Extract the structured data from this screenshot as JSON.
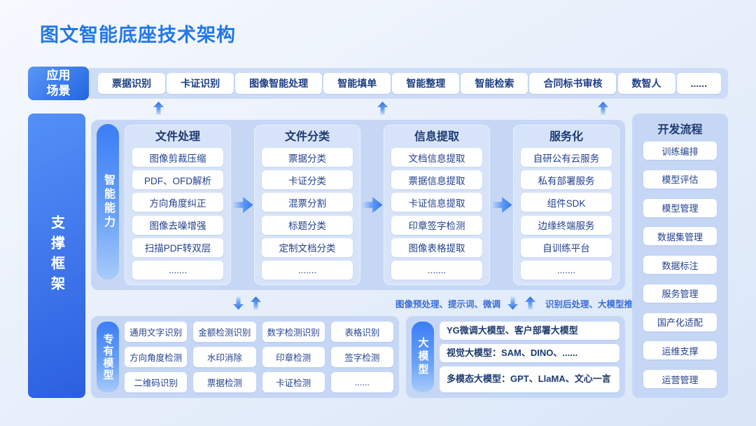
{
  "page_title": "图文智能底座技术架构",
  "colors": {
    "accent": "#2377E8",
    "chip_text": "#23418F",
    "panel_bg": "#C6D7F6",
    "bar_blue": "#2B5FE0"
  },
  "app_scenarios": {
    "label": "应用场景",
    "items": [
      "票据识别",
      "卡证识别",
      "图像智能处理",
      "智能填单",
      "智能整理",
      "智能检索",
      "合同标书审核",
      "数智人",
      "......"
    ]
  },
  "support_frame_label": "支撑框架",
  "capability": {
    "label": "智能能力",
    "columns": [
      {
        "title": "文件处理",
        "items": [
          "图像剪裁压缩",
          "PDF、OFD解析",
          "方向角度纠正",
          "图像去噪增强",
          "扫描PDF转双层",
          "......."
        ]
      },
      {
        "title": "文件分类",
        "items": [
          "票据分类",
          "卡证分类",
          "混票分割",
          "标题分类",
          "定制文档分类",
          "......."
        ]
      },
      {
        "title": "信息提取",
        "items": [
          "文档信息提取",
          "票据信息提取",
          "卡证信息提取",
          "印章签字检测",
          "图像表格提取",
          "......."
        ]
      },
      {
        "title": "服务化",
        "items": [
          "自研公有云服务",
          "私有部署服务",
          "组件SDK",
          "边缘终端服务",
          "自训练平台",
          "......."
        ]
      }
    ]
  },
  "pipeline_notes": {
    "left": "图像预处理、提示词、微调",
    "right": "识别后处理、大模型推理"
  },
  "proprietary_models": {
    "label": "专有模型",
    "items": [
      "通用文字识别",
      "金额检测识别",
      "数字检测识别",
      "表格识别",
      "方向角度检测",
      "水印消除",
      "印章检测",
      "签字检测",
      "二维码识别",
      "票据检测",
      "卡证检测",
      "......"
    ]
  },
  "large_models": {
    "label": "大模型",
    "items": [
      "YG微调大模型、客户部署大模型",
      "视觉大模型：SAM、DINO、......",
      "多模态大模型：GPT、LlaMA、文心一言"
    ]
  },
  "dev_process": {
    "title": "开发流程",
    "items": [
      "训练编排",
      "模型评估",
      "模型管理",
      "数据集管理",
      "数据标注",
      "服务管理",
      "国产化适配",
      "运维支撑",
      "运营管理"
    ]
  }
}
